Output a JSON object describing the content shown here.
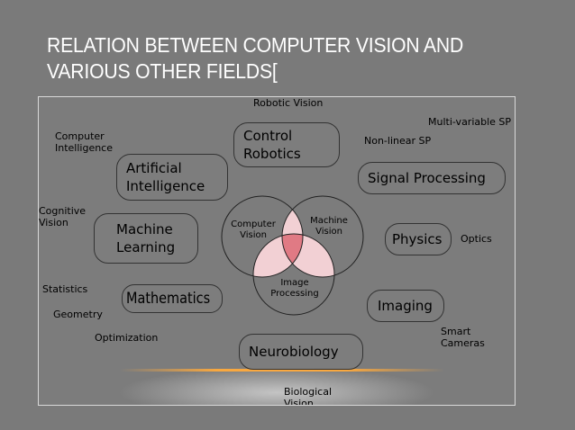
{
  "title": {
    "line1": "RELATION BETWEEN COMPUTER VISION AND",
    "line2": "VARIOUS OTHER FIELDS["
  },
  "diagram": {
    "labels": {
      "robotic_vision": "Robotic Vision",
      "multivariable_sp": "Multi-variable SP",
      "computer_intelligence": "Computer\nIntelligence",
      "nonlinear_sp": "Non-linear SP",
      "cognitive_vision": "Cognitive\nVision",
      "optics": "Optics",
      "statistics": "Statistics",
      "geometry": "Geometry",
      "optimization": "Optimization",
      "smart_cameras": "Smart\nCameras",
      "biological_vision": "Biological\nVision"
    },
    "boxes": {
      "control_robotics": "Control\nRobotics",
      "artificial_intelligence": "Artificial\nIntelligence",
      "signal_processing": "Signal Processing",
      "machine_learning": "Machine\nLearning",
      "physics": "Physics",
      "mathematics": "Mathematics",
      "imaging": "Imaging",
      "neurobiology": "Neurobiology"
    },
    "venn": {
      "computer_vision": "Computer\nVision",
      "machine_vision": "Machine\nVision",
      "image_processing": "Image\nProcessing"
    },
    "colors": {
      "overlap_pair": "#f2d0d4",
      "overlap_center": "#e07a84"
    }
  }
}
